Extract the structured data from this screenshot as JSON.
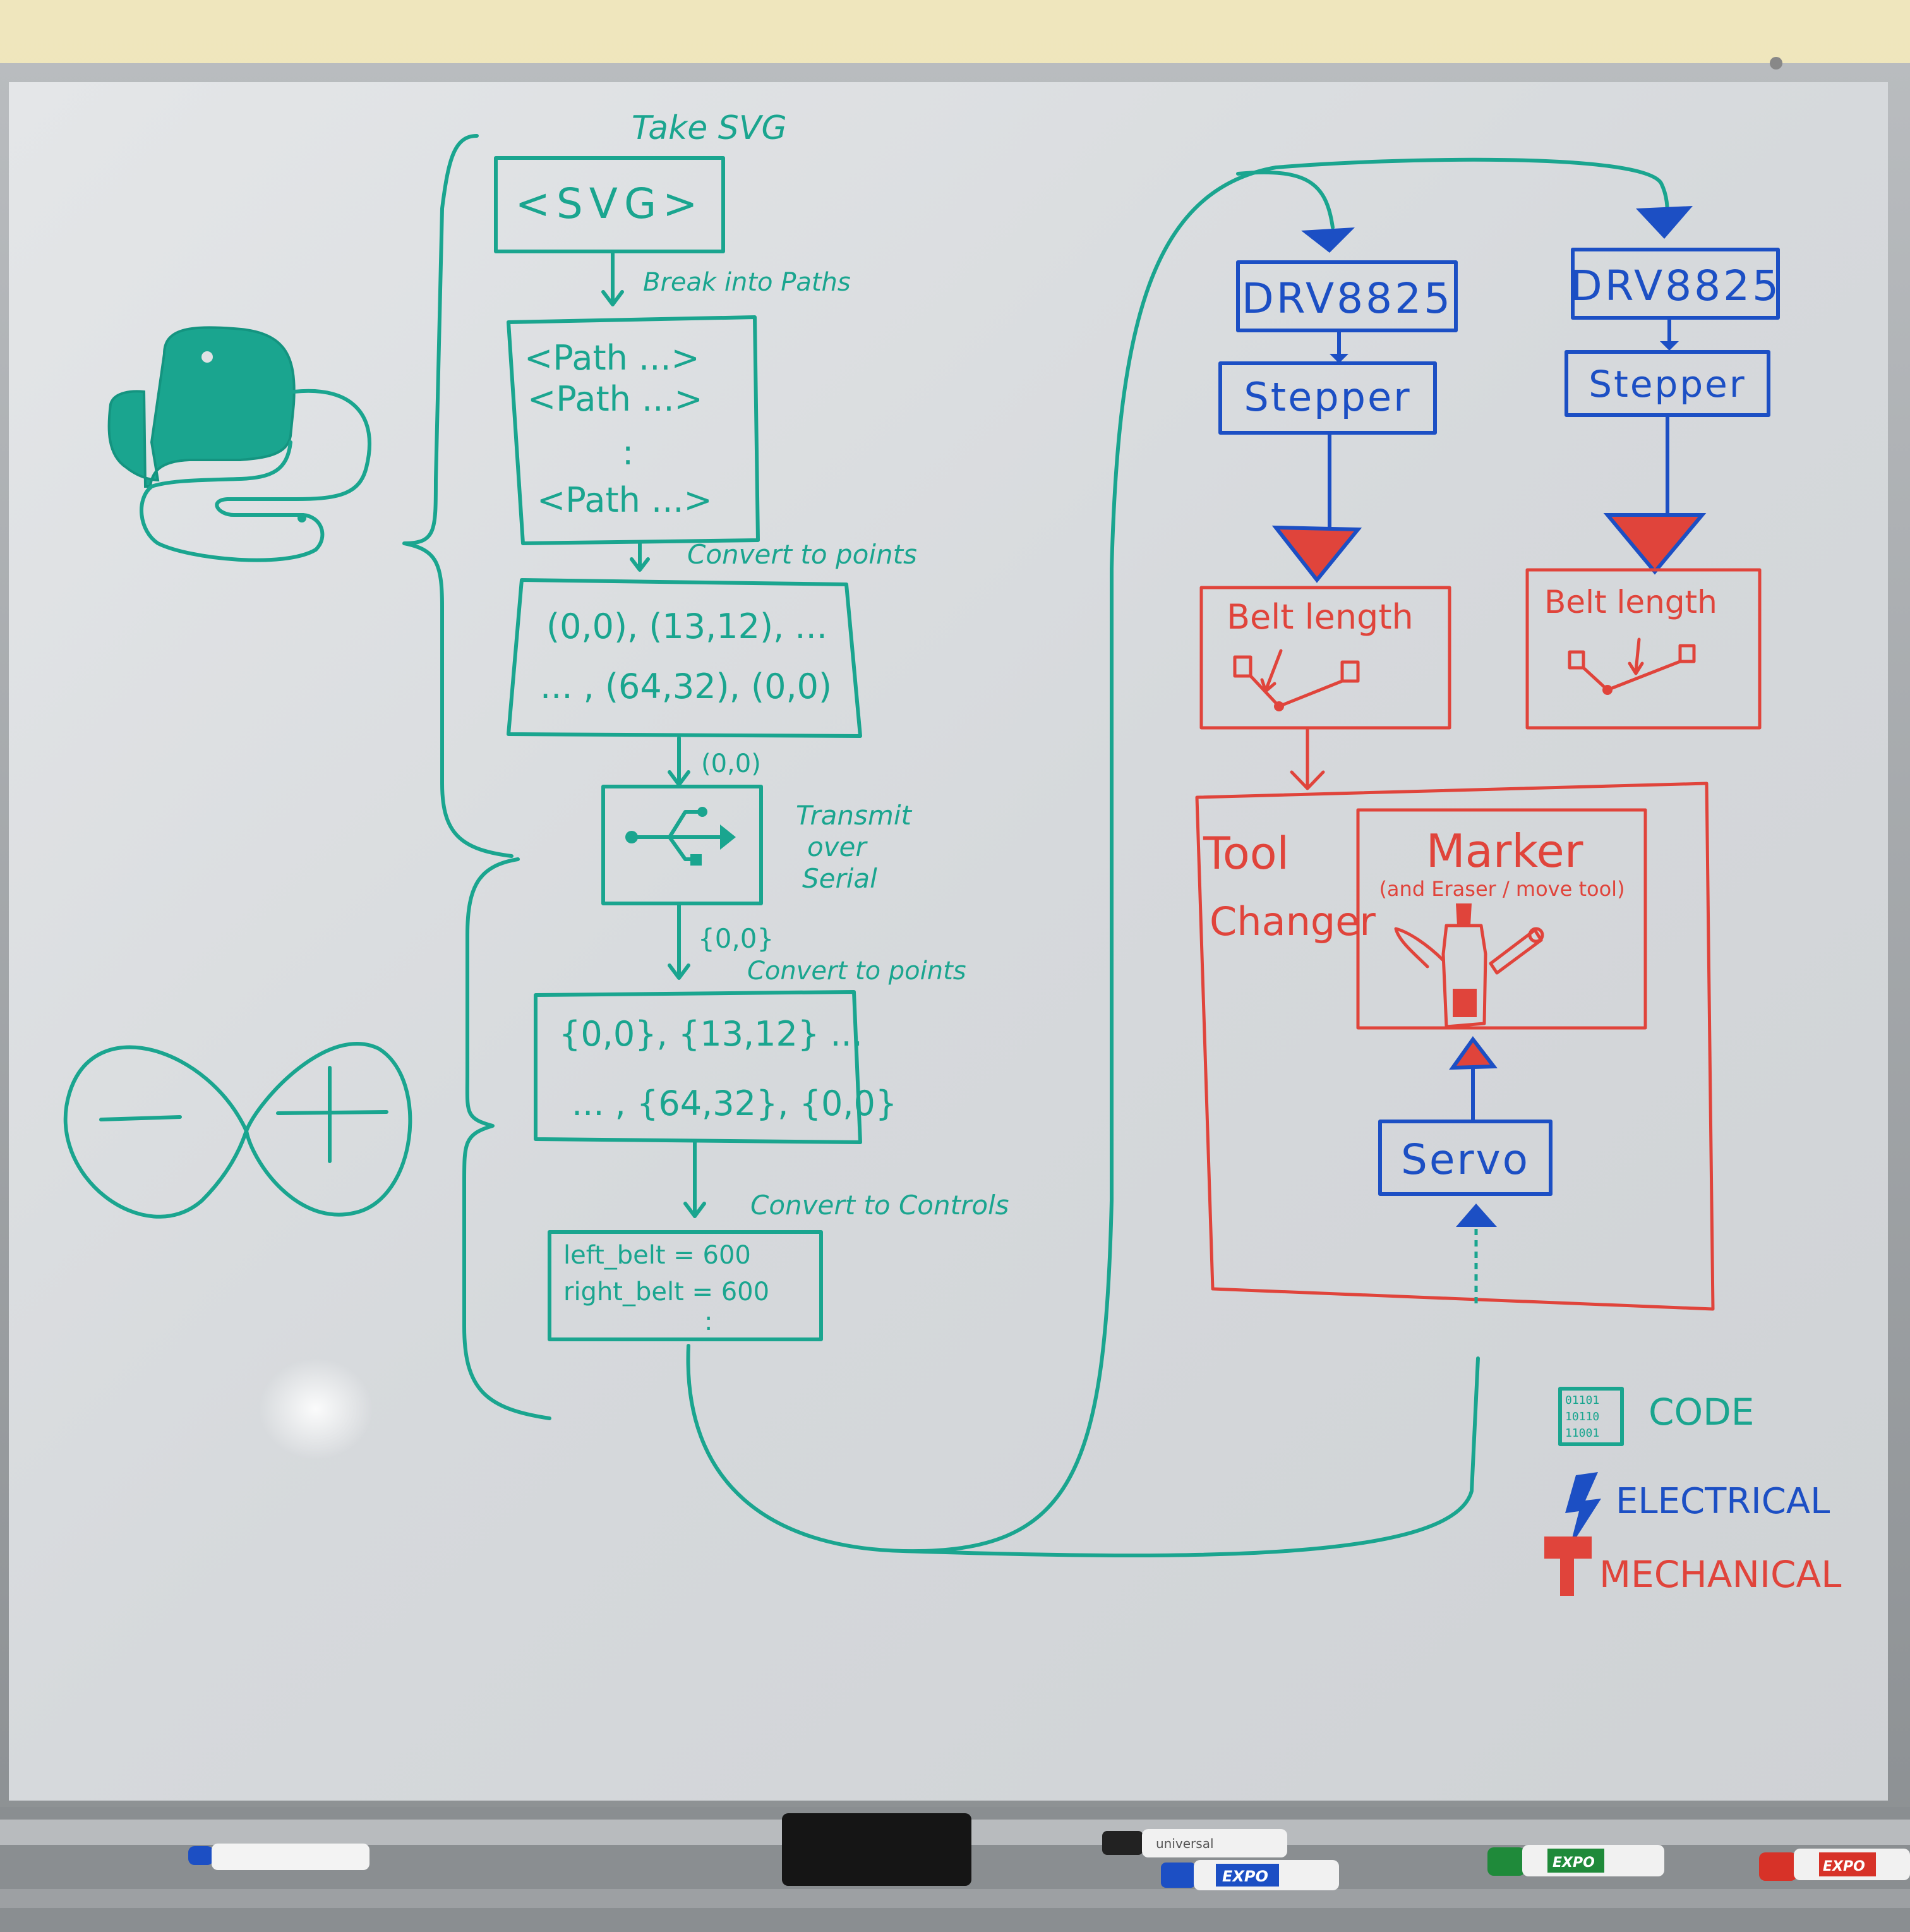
{
  "code_flow": {
    "take_svg": "Take SVG",
    "svg_box": "<SVG>",
    "break_into_paths": "Break into Paths",
    "path_lines": [
      "<Path ...>",
      "<Path ...>",
      ":",
      "<Path ...>"
    ],
    "convert_points_1": "Convert to points",
    "points_box": [
      "(0,0),  (13,12), ...",
      "...  , (64,32), (0,0)"
    ],
    "serial_input_label": "(0,0)",
    "transmit_serial": [
      "Transmit",
      "over",
      "Serial"
    ],
    "serial_output_label": "{0,0}",
    "convert_points_2": "Convert to points",
    "braces_box": [
      "{0,0},  {13,12} ...",
      "...  , {64,32}, {0,0}"
    ],
    "convert_controls": "Convert to Controls",
    "controls_box": [
      "left_belt  =  600",
      "right_belt  =  600",
      ":"
    ]
  },
  "hardware": {
    "driver_left": "DRV8825",
    "driver_right": "DRV8825",
    "stepper_left": "Stepper",
    "stepper_right": "Stepper",
    "belt_left": "Belt  length",
    "belt_right": "Belt     length",
    "tool_changer": [
      "Tool",
      "Changer"
    ],
    "marker_title": "Marker",
    "marker_subtitle": "(and Eraser / move tool)",
    "servo": "Servo"
  },
  "legend": {
    "code": "CODE",
    "electrical": "ELECTRICAL",
    "mechanical": "MECHANICAL",
    "code_icon_bits": [
      "01101",
      "10110",
      "11001"
    ]
  },
  "tray": {
    "marker_brand": "EXPO",
    "marker_brand_2": "universal"
  },
  "colors": {
    "code": "#1aa58f",
    "electrical": "#1c4fc4",
    "mechanical": "#e0443b",
    "board": "#d9dbdd"
  }
}
